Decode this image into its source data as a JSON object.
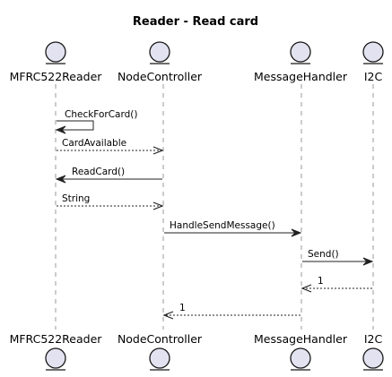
{
  "title": "Reader - Read card",
  "participants": [
    {
      "id": "reader",
      "name": "MFRC522Reader"
    },
    {
      "id": "node",
      "name": "NodeController"
    },
    {
      "id": "msg",
      "name": "MessageHandler"
    },
    {
      "id": "i2c",
      "name": "I2C"
    }
  ],
  "messages": [
    {
      "from": "reader",
      "to": "reader",
      "label": "CheckForCard()",
      "style": "solid"
    },
    {
      "from": "reader",
      "to": "node",
      "label": "CardAvailable",
      "style": "dashed"
    },
    {
      "from": "node",
      "to": "reader",
      "label": "ReadCard()",
      "style": "solid"
    },
    {
      "from": "reader",
      "to": "node",
      "label": "String",
      "style": "dashed"
    },
    {
      "from": "node",
      "to": "msg",
      "label": "HandleSendMessage()",
      "style": "solid"
    },
    {
      "from": "msg",
      "to": "i2c",
      "label": "Send()",
      "style": "solid"
    },
    {
      "from": "i2c",
      "to": "msg",
      "label": "1",
      "style": "dashed"
    },
    {
      "from": "msg",
      "to": "node",
      "label": "1",
      "style": "dashed"
    }
  ],
  "colors": {
    "entity_fill": "#E2E2F0",
    "entity_stroke": "#181818",
    "lifeline": "#9a9a9a"
  }
}
